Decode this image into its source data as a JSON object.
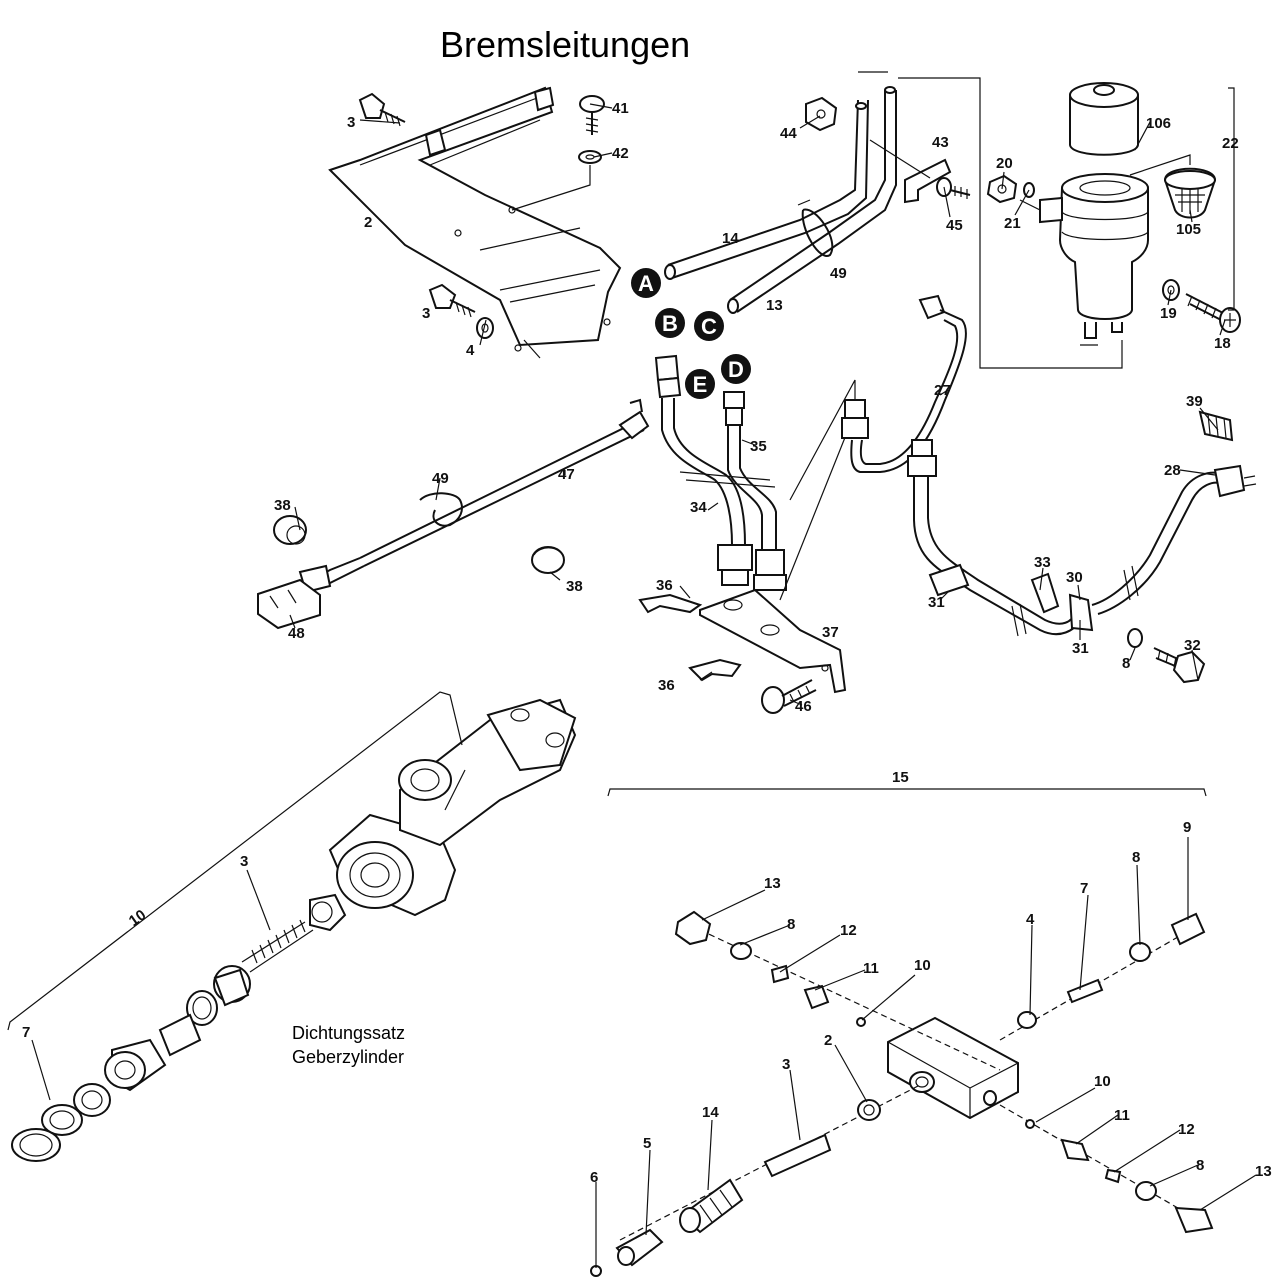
{
  "title": "Bremsleitungen",
  "caption": {
    "line1": "Dichtungssatz",
    "line2": "Geberzylinder"
  },
  "connectors": [
    "A",
    "B",
    "C",
    "D",
    "E"
  ],
  "part_numbers_top": [
    "3",
    "41",
    "42",
    "2",
    "3",
    "4",
    "44",
    "14",
    "13",
    "49",
    "43",
    "45",
    "20",
    "21",
    "106",
    "105",
    "22",
    "19",
    "18",
    "27",
    "35",
    "34",
    "39",
    "28",
    "38",
    "49",
    "47",
    "38",
    "48",
    "36",
    "36",
    "37",
    "46",
    "33",
    "30",
    "31",
    "31",
    "8",
    "32"
  ],
  "part_numbers_cylinder": [
    "10",
    "3",
    "7"
  ],
  "part_numbers_valve": [
    "15",
    "13",
    "8",
    "12",
    "11",
    "10",
    "4",
    "7",
    "8",
    "9",
    "2",
    "3",
    "14",
    "5",
    "6",
    "10",
    "11",
    "12",
    "8",
    "13"
  ]
}
